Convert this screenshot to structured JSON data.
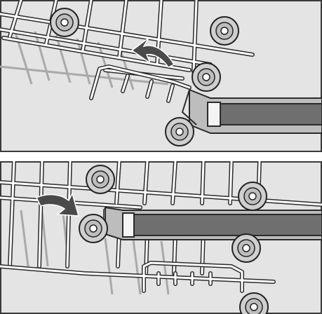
{
  "colors": {
    "background": "#e4e4e4",
    "frame": "#3a3a3a",
    "wire": "#ffffff",
    "wire_shadow": "#a9a9a9",
    "wire_outline": "#2b2b2b",
    "arrow": "#4a4a4a",
    "rail_body": "#6f6f6f",
    "rail_tip": "#f4f4f4",
    "wheel": "#cfcfcf",
    "wheel_outline": "#222222"
  },
  "panels": [
    {
      "name": "panel-top",
      "arrow_direction": "up-left",
      "wheel_count": 4
    },
    {
      "name": "panel-bottom",
      "arrow_direction": "right",
      "wheel_count": 5
    }
  ]
}
